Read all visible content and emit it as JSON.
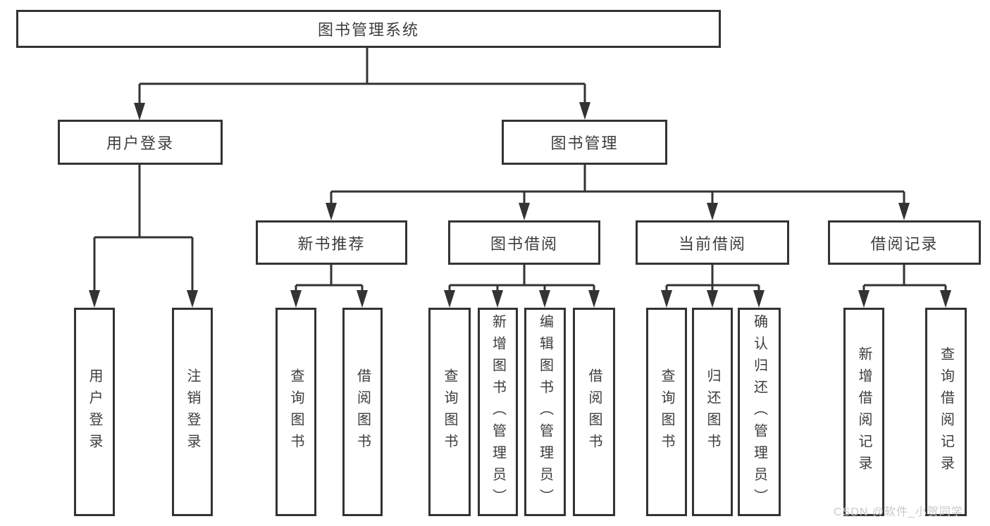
{
  "diagram": {
    "root": {
      "label": "图书管理系统"
    },
    "branches": [
      {
        "label": "用户登录",
        "children": [
          {
            "label": "用户登录"
          },
          {
            "label": "注销登录"
          }
        ]
      },
      {
        "label": "图书管理",
        "children": [
          {
            "label": "新书推荐",
            "children": [
              {
                "label": "查询图书"
              },
              {
                "label": "借阅图书"
              }
            ]
          },
          {
            "label": "图书借阅",
            "children": [
              {
                "label": "查询图书"
              },
              {
                "label": "新增图书（管理员）"
              },
              {
                "label": "编辑图书（管理员）"
              },
              {
                "label": "借阅图书"
              }
            ]
          },
          {
            "label": "当前借阅",
            "children": [
              {
                "label": "查询图书"
              },
              {
                "label": "归还图书"
              },
              {
                "label": "确认归还（管理员）"
              }
            ]
          },
          {
            "label": "借阅记录",
            "children": [
              {
                "label": "新增借阅记录"
              },
              {
                "label": "查询借阅记录"
              }
            ]
          }
        ]
      }
    ]
  },
  "watermark": "CSDN @软件_小贺同学",
  "colors": {
    "line": "#333333",
    "text": "#3d3d3d",
    "watermark": "#c9c9c9",
    "background": "#ffffff"
  }
}
